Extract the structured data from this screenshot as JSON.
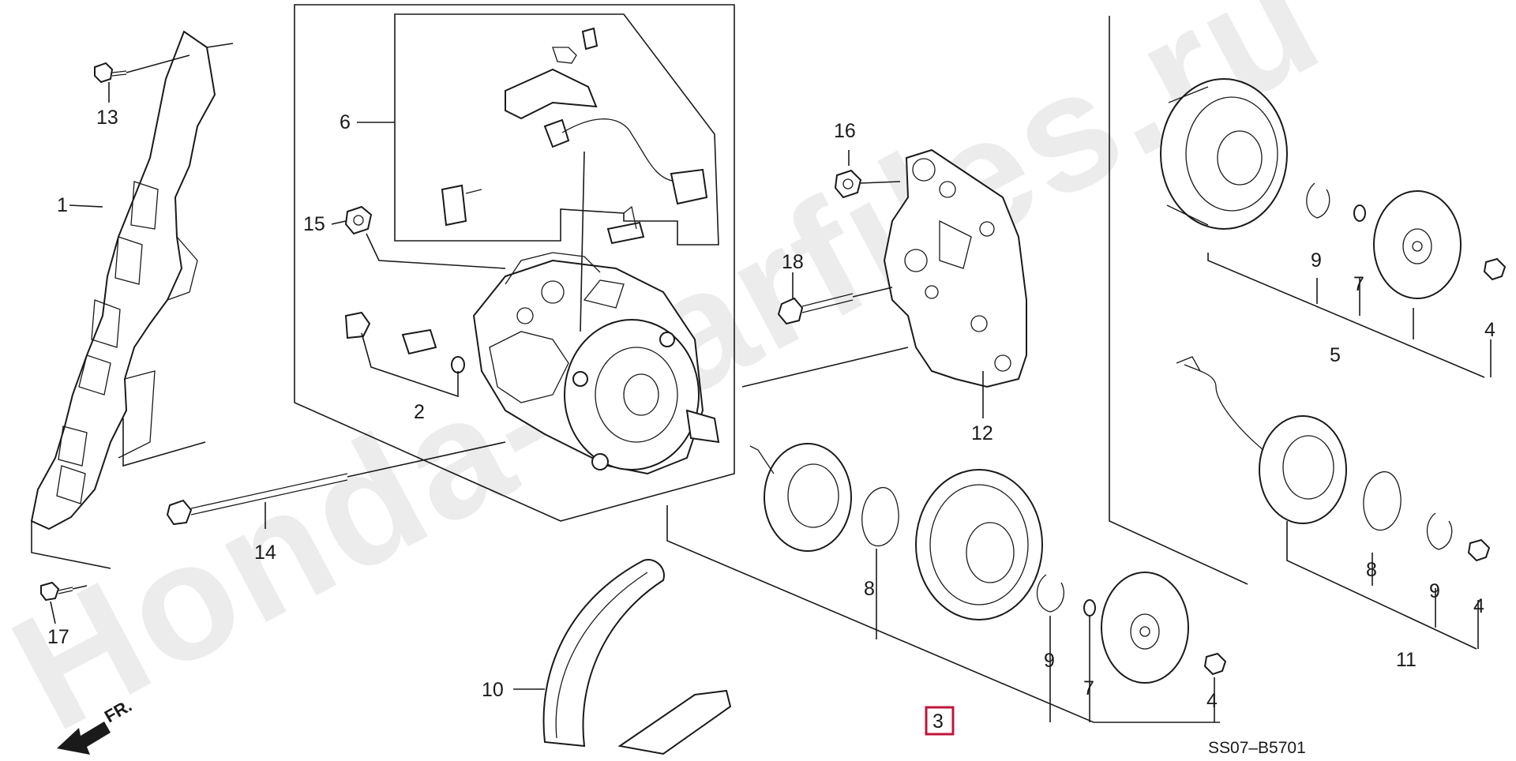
{
  "diagram": {
    "watermark": "Honda-Carfiles.ru",
    "figure_code": "SS07–B5701",
    "direction_label": "FR.",
    "colors": {
      "line": "#1a1a1a",
      "highlight": "#c0163c",
      "watermark": "#ececec"
    },
    "callouts": {
      "c1": "1",
      "c2": "2",
      "c3": "3",
      "c4a": "4",
      "c4b": "4",
      "c4c": "4",
      "c5": "5",
      "c6": "6",
      "c7a": "7",
      "c7b": "7",
      "c8a": "8",
      "c8b": "8",
      "c9a": "9",
      "c9b": "9",
      "c9c": "9",
      "c10": "10",
      "c11": "11",
      "c12": "12",
      "c13": "13",
      "c14": "14",
      "c15": "15",
      "c16": "16",
      "c17": "17",
      "c18": "18"
    },
    "highlighted_callout": "3"
  }
}
